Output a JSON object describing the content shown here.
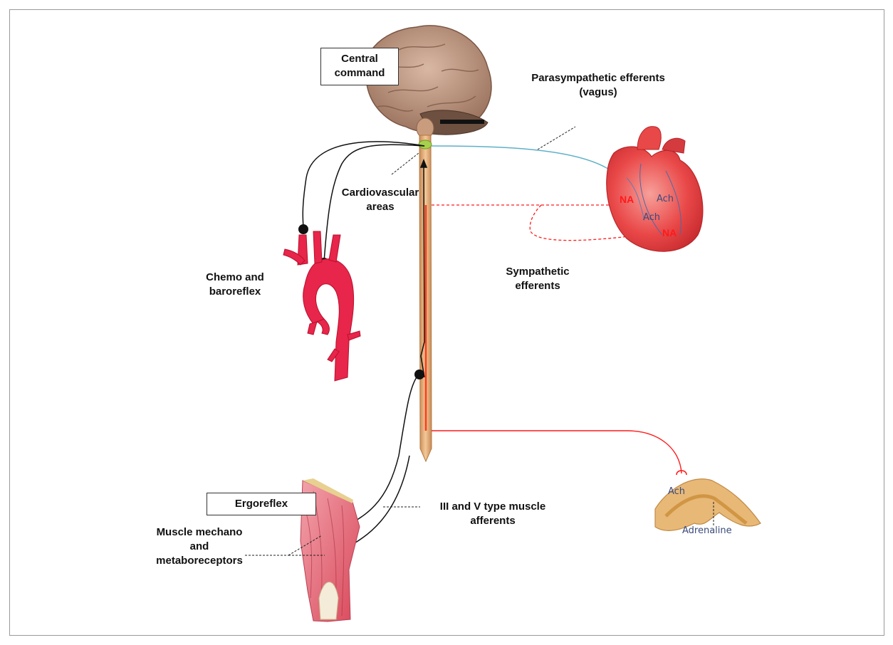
{
  "boxes": {
    "central_command": [
      "Central",
      "command"
    ],
    "ergoreflex": "Ergoreflex"
  },
  "labels": {
    "parasympathetic": [
      "Parasympathetic efferents",
      "(vagus)"
    ],
    "cardiovascular": [
      "Cardiovascular",
      "areas"
    ],
    "chemo": [
      "Chemo and",
      "baroreflex"
    ],
    "sympathetic": [
      "Sympathetic",
      "efferents"
    ],
    "muscle_afferents": [
      "III and V type muscle",
      "afferents"
    ],
    "muscle_receptors": [
      "Muscle mechano",
      "and",
      "metaboreceptors"
    ]
  },
  "heart_tags": {
    "na_top": "NA",
    "ach_top": "Ach",
    "ach_mid": "Ach",
    "na_bottom": "NA"
  },
  "adrenal_tags": {
    "ach": "Ach",
    "adrenaline": "Adrenaline"
  },
  "colors": {
    "sympathetic": "#ff1a1a",
    "parasympathetic": "#5fb0c8",
    "afferent": "#111111",
    "aorta": "#e8254a",
    "heart": "#e94848",
    "brain": "#b08a72",
    "spinal_cord": "#e9b27a",
    "adrenal": "#e8b877",
    "muscle": "#e3727f"
  }
}
